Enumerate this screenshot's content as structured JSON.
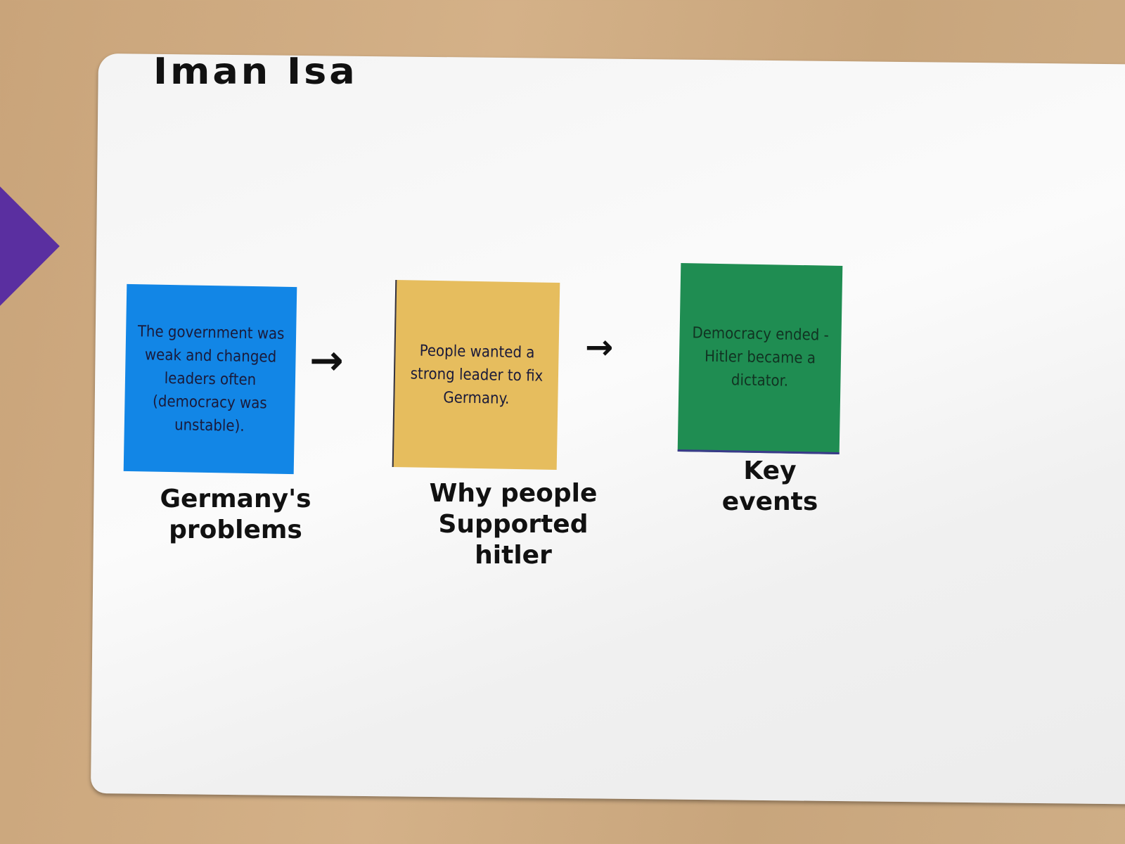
{
  "board": {
    "name": "Iman Isa",
    "cards": [
      {
        "text": "The government was weak and changed leaders often (democracy was unstable).",
        "label": "Germany's problems",
        "color": "#1286e6"
      },
      {
        "text": "People wanted a strong leader to fix Germany.",
        "label": "Why people Supported hitler",
        "color": "#e6bd5e"
      },
      {
        "text": "Democracy ended - Hitler became a dictator.",
        "label": "Key events",
        "color": "#1f8d52"
      }
    ],
    "arrow_glyph": "→"
  }
}
